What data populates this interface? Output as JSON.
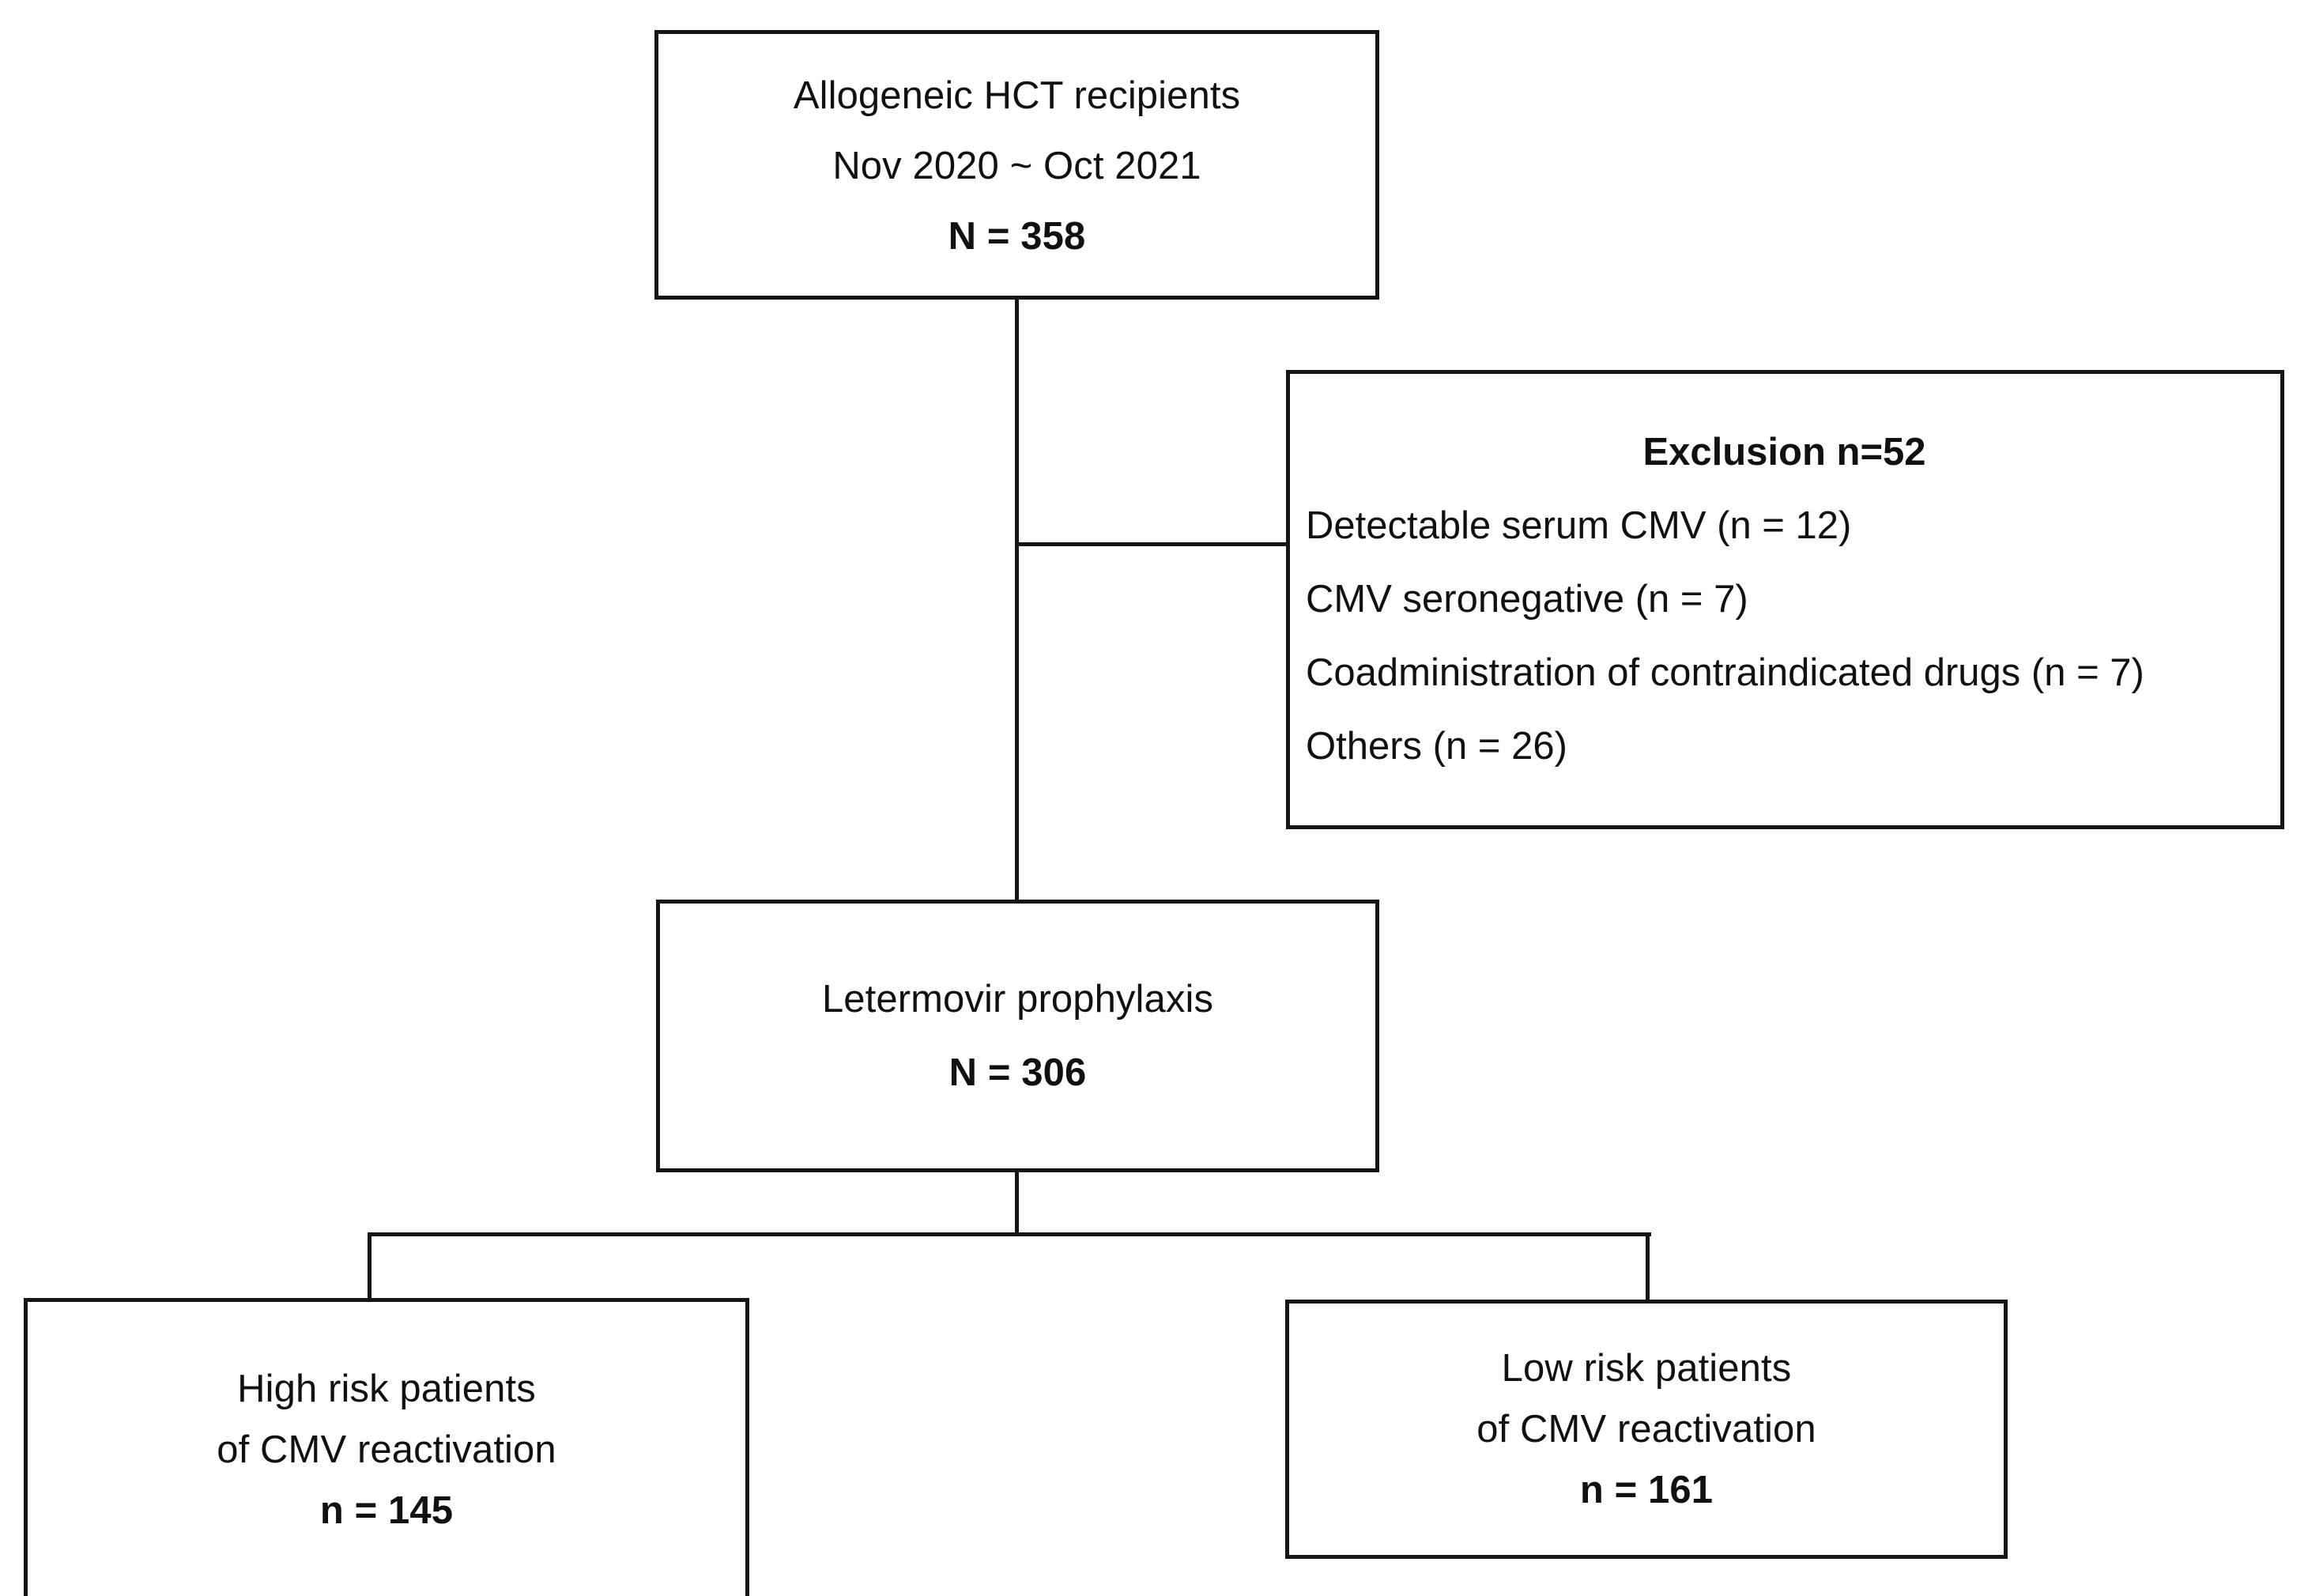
{
  "diagram": {
    "type": "study-flow-diagram",
    "nodes": {
      "top": {
        "lines": [
          "Allogeneic HCT recipients",
          "Nov 2020 ~ Oct 2021",
          "N = 358"
        ],
        "count_label": "N = 358",
        "count": 358
      },
      "exclusion": {
        "title": "Exclusion n=52",
        "count": 52,
        "items": [
          "Detectable serum CMV (n = 12)",
          "CMV seronegative (n = 7)",
          "Coadministration of contraindicated drugs (n = 7)",
          "Others (n = 26)"
        ]
      },
      "letermovir": {
        "lines": [
          "Letermovir prophylaxis",
          "N = 306"
        ],
        "count_label": "N = 306",
        "count": 306
      },
      "high_risk": {
        "lines": [
          "High risk patients",
          "of CMV reactivation",
          "n = 145"
        ],
        "count_label": "n = 145",
        "count": 145
      },
      "low_risk": {
        "lines": [
          "Low risk patients",
          "of CMV reactivation",
          "n = 161"
        ],
        "count_label": "n = 161",
        "count": 161
      }
    },
    "colors": {
      "stroke": "#151515",
      "text": "#111111",
      "background": "#ffffff"
    }
  }
}
